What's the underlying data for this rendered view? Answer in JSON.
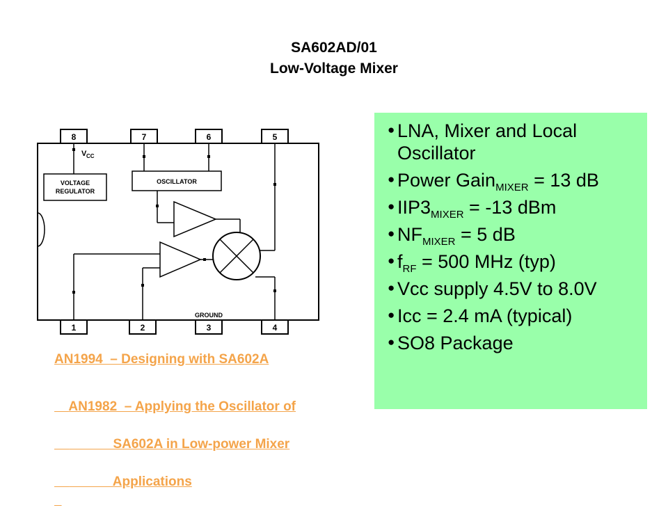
{
  "header": {
    "part_number": "SA602AD/01",
    "subtitle": "Low-Voltage Mixer"
  },
  "diagram": {
    "pins": [
      "1",
      "2",
      "3",
      "4",
      "5",
      "6",
      "7",
      "8"
    ],
    "blocks": {
      "voltage_regulator": [
        "VOLTAGE",
        "REGULATOR"
      ],
      "oscillator": "OSCILLATOR",
      "ground": "GROUND",
      "vcc": "V",
      "vcc_sub": "CC"
    }
  },
  "app_notes": [
    {
      "id": "AN1994",
      "lines": [
        "AN1994  – Designing with SA602A"
      ]
    },
    {
      "id": "AN1982",
      "lines": [
        "AN1982  – Applying the Oscillator of",
        "            SA602A in Low-power Mixer",
        "            Applications"
      ]
    }
  ],
  "features": [
    {
      "text": "LNA, Mixer and Local Oscillator"
    },
    {
      "pre": "Power Gain",
      "sub": "MIXER",
      "post": " = 13 dB"
    },
    {
      "pre": "IIP3",
      "sub": "MIXER",
      "post": " = -13 dBm"
    },
    {
      "pre": "NF",
      "sub": "MIXER",
      "post": " = 5 dB"
    },
    {
      "pre": "f",
      "sub": "RF",
      "post": " = 500 MHz (typ)"
    },
    {
      "text": "Vcc supply 4.5V to 8.0V"
    },
    {
      "text": "Icc = 2.4 mA (typical)"
    },
    {
      "text": "SO8 Package"
    }
  ]
}
